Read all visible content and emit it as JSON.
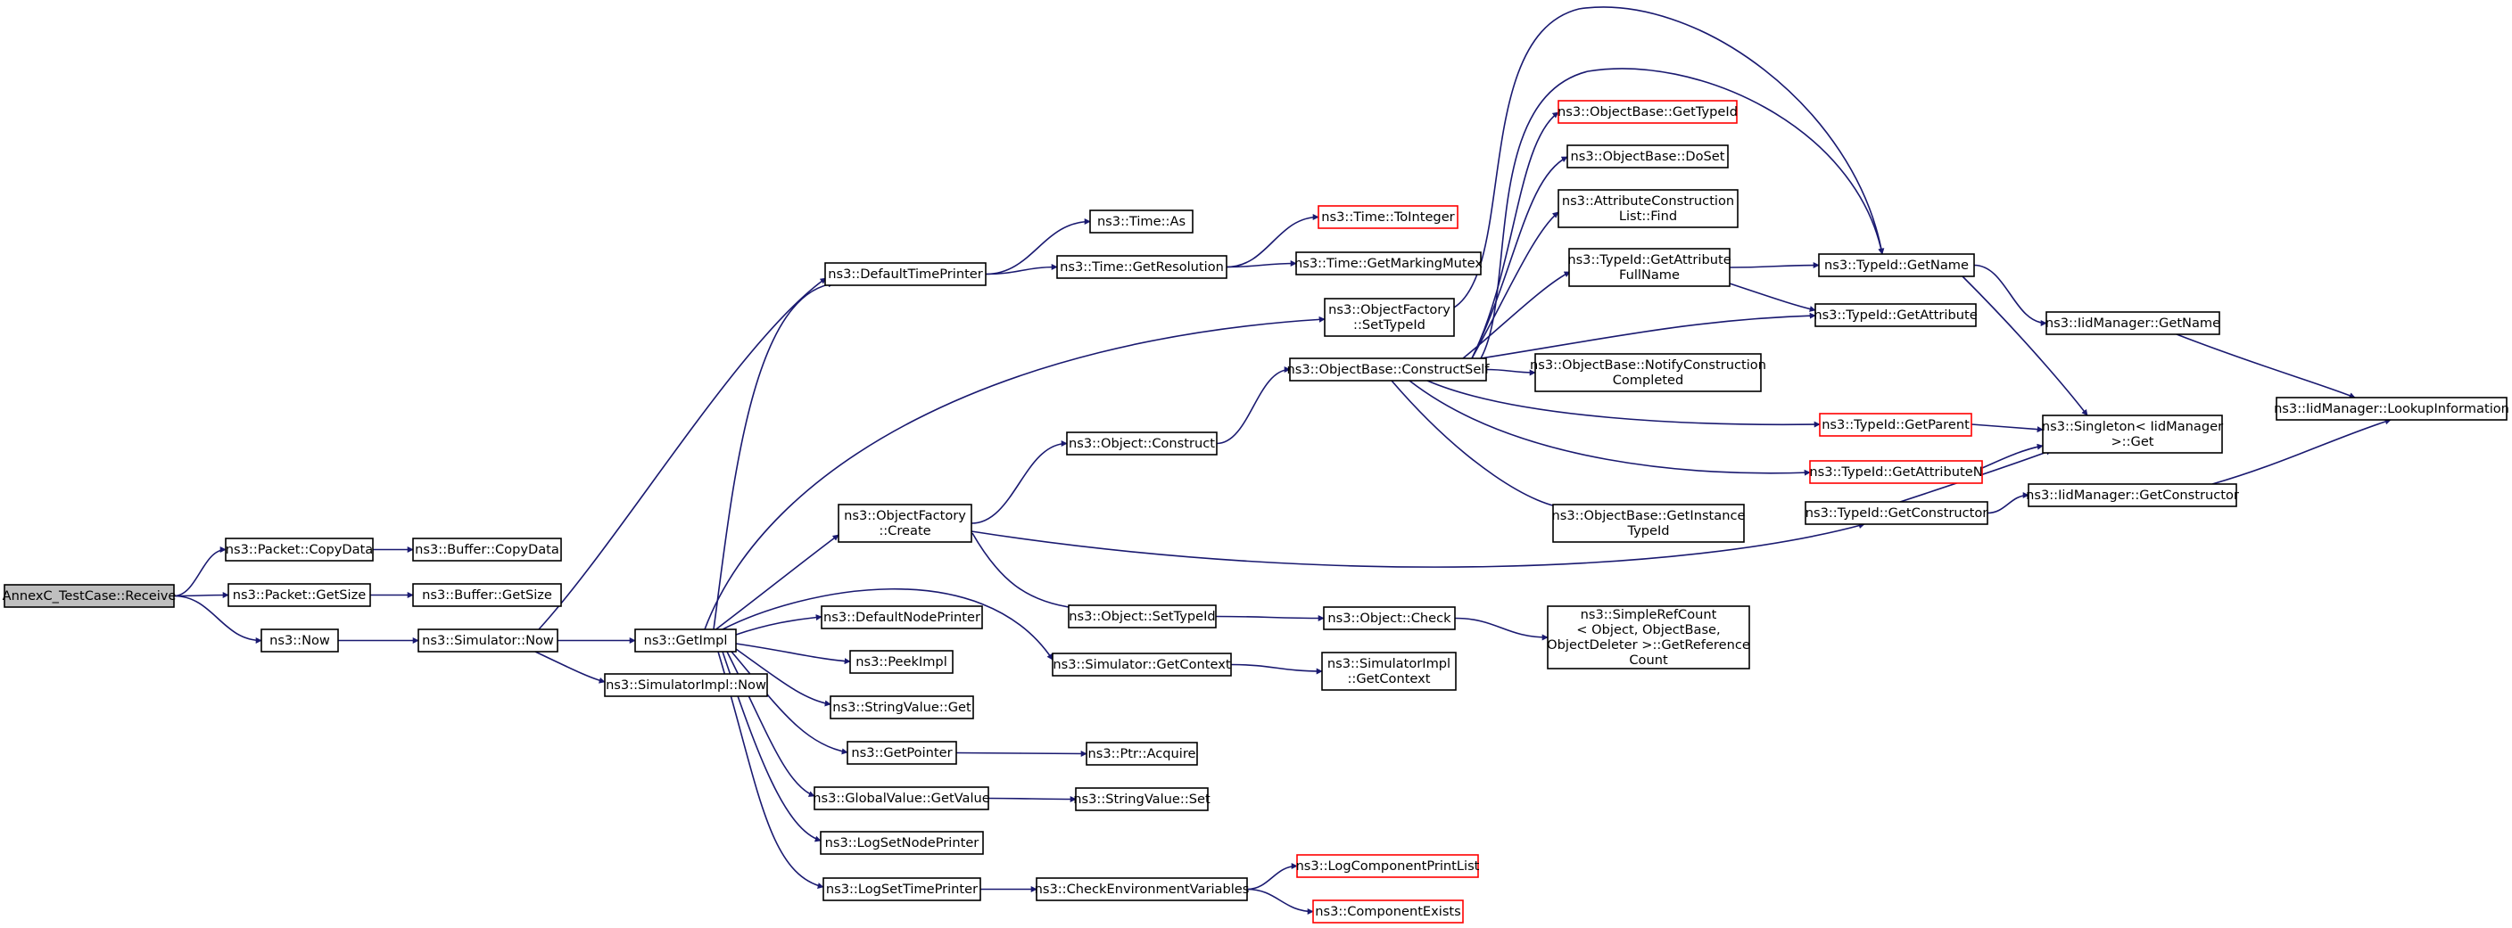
{
  "colors": {
    "edge": "#191970",
    "root_fill": "#bfbfbf",
    "node_border": "#000000",
    "truncated_border": "#ff0000"
  },
  "nodes": [
    {
      "id": "root",
      "lines": [
        "AnnexC_TestCase::Receive"
      ],
      "style": "root"
    },
    {
      "id": "packet_copydata",
      "lines": [
        "ns3::Packet::CopyData"
      ]
    },
    {
      "id": "packet_getsize",
      "lines": [
        "ns3::Packet::GetSize"
      ]
    },
    {
      "id": "now",
      "lines": [
        "ns3::Now"
      ]
    },
    {
      "id": "buffer_copydata",
      "lines": [
        "ns3::Buffer::CopyData"
      ]
    },
    {
      "id": "buffer_getsize",
      "lines": [
        "ns3::Buffer::GetSize"
      ]
    },
    {
      "id": "sim_now",
      "lines": [
        "ns3::Simulator::Now"
      ]
    },
    {
      "id": "getimpl",
      "lines": [
        "ns3::GetImpl"
      ]
    },
    {
      "id": "simimpl_now",
      "lines": [
        "ns3::SimulatorImpl::Now"
      ]
    },
    {
      "id": "default_time_printer",
      "lines": [
        "ns3::DefaultTimePrinter"
      ]
    },
    {
      "id": "time_as",
      "lines": [
        "ns3::Time::As"
      ]
    },
    {
      "id": "time_getresolution",
      "lines": [
        "ns3::Time::GetResolution"
      ]
    },
    {
      "id": "time_tointeger",
      "lines": [
        "ns3::Time::ToInteger"
      ],
      "style": "red"
    },
    {
      "id": "time_getmarkingmutex",
      "lines": [
        "ns3::Time::GetMarkingMutex"
      ]
    },
    {
      "id": "objfactory_settypeid",
      "lines": [
        "ns3::ObjectFactory",
        "::SetTypeId"
      ]
    },
    {
      "id": "objfactory_create",
      "lines": [
        "ns3::ObjectFactory",
        "::Create"
      ]
    },
    {
      "id": "object_construct",
      "lines": [
        "ns3::Object::Construct"
      ]
    },
    {
      "id": "objbase_constructself",
      "lines": [
        "ns3::ObjectBase::ConstructSelf"
      ]
    },
    {
      "id": "object_settypeid",
      "lines": [
        "ns3::Object::SetTypeId"
      ]
    },
    {
      "id": "object_check",
      "lines": [
        "ns3::Object::Check"
      ]
    },
    {
      "id": "simplerefcount_getref",
      "lines": [
        "ns3::SimpleRefCount",
        "< Object, ObjectBase,",
        " ObjectDeleter >::GetReference",
        "Count"
      ]
    },
    {
      "id": "default_node_printer",
      "lines": [
        "ns3::DefaultNodePrinter"
      ]
    },
    {
      "id": "peekimpl",
      "lines": [
        "ns3::PeekImpl"
      ]
    },
    {
      "id": "sim_getcontext",
      "lines": [
        "ns3::Simulator::GetContext"
      ]
    },
    {
      "id": "simimpl_getcontext",
      "lines": [
        "ns3::SimulatorImpl",
        "::GetContext"
      ]
    },
    {
      "id": "stringvalue_get",
      "lines": [
        "ns3::StringValue::Get"
      ]
    },
    {
      "id": "getpointer",
      "lines": [
        "ns3::GetPointer"
      ]
    },
    {
      "id": "ptr_acquire",
      "lines": [
        "ns3::Ptr::Acquire"
      ]
    },
    {
      "id": "globalvalue_getvalue",
      "lines": [
        "ns3::GlobalValue::GetValue"
      ]
    },
    {
      "id": "stringvalue_set",
      "lines": [
        "ns3::StringValue::Set"
      ]
    },
    {
      "id": "logsetnodeprinter",
      "lines": [
        "ns3::LogSetNodePrinter"
      ]
    },
    {
      "id": "logsettimeprinter",
      "lines": [
        "ns3::LogSetTimePrinter"
      ]
    },
    {
      "id": "checkenvvars",
      "lines": [
        "ns3::CheckEnvironmentVariables"
      ]
    },
    {
      "id": "logcomponentprintlist",
      "lines": [
        "ns3::LogComponentPrintList"
      ],
      "style": "red"
    },
    {
      "id": "componentexists",
      "lines": [
        "ns3::ComponentExists"
      ],
      "style": "red"
    },
    {
      "id": "objbase_gettypeid",
      "lines": [
        "ns3::ObjectBase::GetTypeId"
      ],
      "style": "red"
    },
    {
      "id": "objbase_doset",
      "lines": [
        "ns3::ObjectBase::DoSet"
      ]
    },
    {
      "id": "attrconstlist_find",
      "lines": [
        "ns3::AttributeConstruction",
        "List::Find"
      ]
    },
    {
      "id": "typeid_getattrfullname",
      "lines": [
        "ns3::TypeId::GetAttribute",
        "FullName"
      ]
    },
    {
      "id": "objbase_notifyconstcompleted",
      "lines": [
        "ns3::ObjectBase::NotifyConstruction",
        "Completed"
      ]
    },
    {
      "id": "objbase_getinstancetypeid",
      "lines": [
        "ns3::ObjectBase::GetInstance",
        "TypeId"
      ]
    },
    {
      "id": "typeid_getname",
      "lines": [
        "ns3::TypeId::GetName"
      ]
    },
    {
      "id": "typeid_getattribute",
      "lines": [
        "ns3::TypeId::GetAttribute"
      ]
    },
    {
      "id": "typeid_getparent",
      "lines": [
        "ns3::TypeId::GetParent"
      ],
      "style": "red"
    },
    {
      "id": "typeid_getattributen",
      "lines": [
        "ns3::TypeId::GetAttributeN"
      ],
      "style": "red"
    },
    {
      "id": "typeid_getconstructor",
      "lines": [
        "ns3::TypeId::GetConstructor"
      ]
    },
    {
      "id": "iidmanager_getname",
      "lines": [
        "ns3::IidManager::GetName"
      ]
    },
    {
      "id": "singleton_get",
      "lines": [
        "ns3::Singleton< IidManager",
        " >::Get"
      ]
    },
    {
      "id": "iidmanager_getconstructor",
      "lines": [
        "ns3::IidManager::GetConstructor"
      ]
    },
    {
      "id": "iidmanager_lookupinfo",
      "lines": [
        "ns3::IidManager::LookupInformation"
      ]
    }
  ],
  "edges": [
    [
      "root",
      "packet_copydata"
    ],
    [
      "root",
      "packet_getsize"
    ],
    [
      "root",
      "now"
    ],
    [
      "packet_copydata",
      "buffer_copydata"
    ],
    [
      "packet_getsize",
      "buffer_getsize"
    ],
    [
      "now",
      "sim_now"
    ],
    [
      "sim_now",
      "default_time_printer"
    ],
    [
      "sim_now",
      "getimpl"
    ],
    [
      "sim_now",
      "simimpl_now"
    ],
    [
      "getimpl",
      "default_time_printer"
    ],
    [
      "getimpl",
      "objfactory_settypeid"
    ],
    [
      "getimpl",
      "objfactory_create"
    ],
    [
      "getimpl",
      "sim_getcontext"
    ],
    [
      "getimpl",
      "default_node_printer"
    ],
    [
      "getimpl",
      "peekimpl"
    ],
    [
      "getimpl",
      "stringvalue_get"
    ],
    [
      "getimpl",
      "getpointer"
    ],
    [
      "getimpl",
      "globalvalue_getvalue"
    ],
    [
      "getimpl",
      "logsetnodeprinter"
    ],
    [
      "getimpl",
      "logsettimeprinter"
    ],
    [
      "default_time_printer",
      "time_as"
    ],
    [
      "default_time_printer",
      "time_getresolution"
    ],
    [
      "time_getresolution",
      "time_tointeger"
    ],
    [
      "time_getresolution",
      "time_getmarkingmutex"
    ],
    [
      "objfactory_settypeid",
      "typeid_getname"
    ],
    [
      "objfactory_create",
      "object_construct"
    ],
    [
      "objfactory_create",
      "object_settypeid"
    ],
    [
      "objfactory_create",
      "typeid_getconstructor"
    ],
    [
      "object_construct",
      "objbase_constructself"
    ],
    [
      "objbase_constructself",
      "objbase_gettypeid"
    ],
    [
      "objbase_constructself",
      "objbase_doset"
    ],
    [
      "objbase_constructself",
      "attrconstlist_find"
    ],
    [
      "objbase_constructself",
      "typeid_getattrfullname"
    ],
    [
      "objbase_constructself",
      "typeid_getname"
    ],
    [
      "objbase_constructself",
      "typeid_getattribute"
    ],
    [
      "objbase_constructself",
      "objbase_notifyconstcompleted"
    ],
    [
      "objbase_constructself",
      "typeid_getparent"
    ],
    [
      "objbase_constructself",
      "typeid_getattributen"
    ],
    [
      "objbase_constructself",
      "objbase_getinstancetypeid"
    ],
    [
      "typeid_getattrfullname",
      "typeid_getname"
    ],
    [
      "typeid_getattrfullname",
      "typeid_getattribute"
    ],
    [
      "typeid_getname",
      "iidmanager_getname"
    ],
    [
      "typeid_getname",
      "singleton_get"
    ],
    [
      "iidmanager_getname",
      "iidmanager_lookupinfo"
    ],
    [
      "typeid_getparent",
      "singleton_get"
    ],
    [
      "typeid_getattributen",
      "singleton_get"
    ],
    [
      "typeid_getconstructor",
      "singleton_get"
    ],
    [
      "typeid_getconstructor",
      "iidmanager_getconstructor"
    ],
    [
      "iidmanager_getconstructor",
      "iidmanager_lookupinfo"
    ],
    [
      "object_settypeid",
      "object_check"
    ],
    [
      "object_check",
      "simplerefcount_getref"
    ],
    [
      "sim_getcontext",
      "simimpl_getcontext"
    ],
    [
      "getpointer",
      "ptr_acquire"
    ],
    [
      "globalvalue_getvalue",
      "stringvalue_set"
    ],
    [
      "logsettimeprinter",
      "checkenvvars"
    ],
    [
      "checkenvvars",
      "logcomponentprintlist"
    ],
    [
      "checkenvvars",
      "componentexists"
    ]
  ]
}
